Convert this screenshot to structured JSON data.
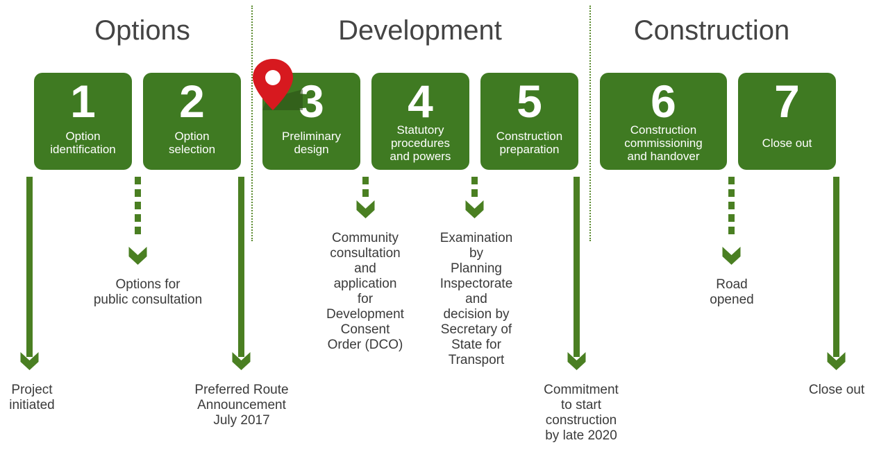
{
  "colors": {
    "step_fill": "#3f7a22",
    "arrow": "#4a7f22",
    "separator": "#5a8a2e",
    "pin": "#d7191f"
  },
  "phases": [
    {
      "label": "Options"
    },
    {
      "label": "Development"
    },
    {
      "label": "Construction"
    }
  ],
  "steps": [
    {
      "number": "1",
      "label": "Option\nidentification"
    },
    {
      "number": "2",
      "label": "Option\nselection"
    },
    {
      "number": "3",
      "label": "Preliminary\ndesign"
    },
    {
      "number": "4",
      "label": "Statutory\nprocedures\nand powers"
    },
    {
      "number": "5",
      "label": "Construction\npreparation"
    },
    {
      "number": "6",
      "label": "Construction\ncommissioning\nand handover"
    },
    {
      "number": "7",
      "label": "Close out"
    }
  ],
  "current_step": "3",
  "current_marker_icon": "map-pin-icon",
  "milestones": [
    {
      "text": "Project\ninitiated",
      "style": "solid"
    },
    {
      "text": "Options for\npublic consultation",
      "style": "dashed"
    },
    {
      "text": "Preferred Route\nAnnouncement\nJuly 2017",
      "style": "solid"
    },
    {
      "text": "Community\nconsultation\nand\napplication\nfor\nDevelopment\nConsent\nOrder (DCO)",
      "style": "dashed"
    },
    {
      "text": "Examination\nby\nPlanning\nInspectorate\nand\ndecision by\nSecretary of\nState for\nTransport",
      "style": "dashed"
    },
    {
      "text": "Commitment\nto start\nconstruction\nby late 2020",
      "style": "solid"
    },
    {
      "text": "Road\nopened",
      "style": "dashed"
    },
    {
      "text": "Close out",
      "style": "solid"
    }
  ]
}
